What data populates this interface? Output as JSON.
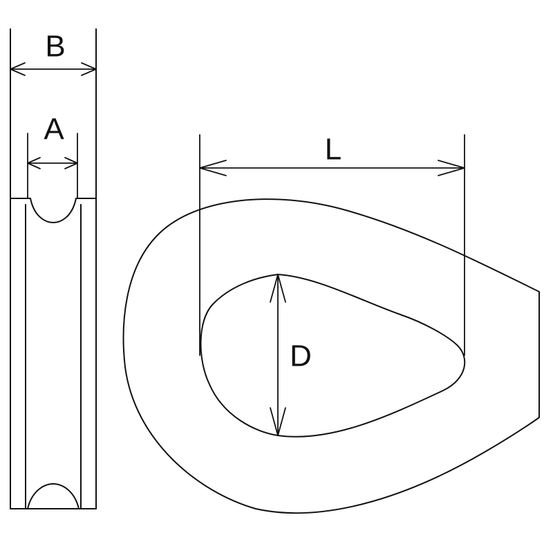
{
  "dimensions": {
    "B": "B",
    "A": "A",
    "L": "L",
    "D": "D"
  },
  "colors": {
    "line": "#111111",
    "background": "#ffffff"
  }
}
